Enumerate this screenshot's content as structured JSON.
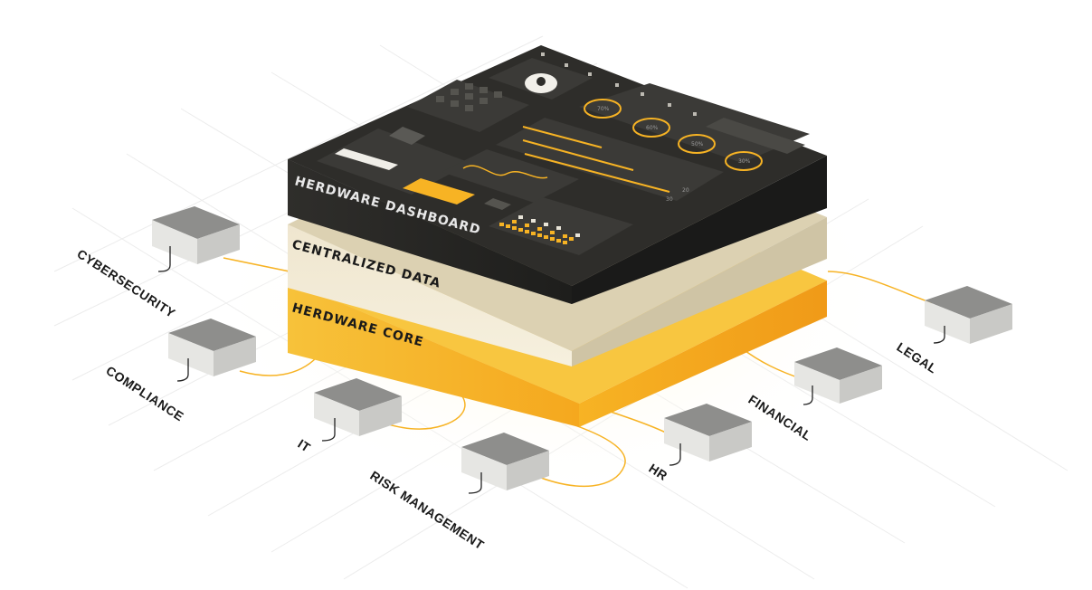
{
  "layers": {
    "top": "HERDWARE DASHBOARD",
    "middle": "CENTRALIZED DATA",
    "bottom": "HERDWARE CORE"
  },
  "modules": [
    {
      "key": "cybersecurity",
      "label": "CYBERSECURITY"
    },
    {
      "key": "compliance",
      "label": "COMPLIANCE"
    },
    {
      "key": "it",
      "label": "IT"
    },
    {
      "key": "risk",
      "label": "RISK MANAGEMENT"
    },
    {
      "key": "hr",
      "label": "HR"
    },
    {
      "key": "financial",
      "label": "FINANCIAL"
    },
    {
      "key": "legal",
      "label": "LEGAL"
    }
  ],
  "dashboard": {
    "gauges": [
      "70%",
      "60%",
      "50%",
      "30%"
    ],
    "slider_values": [
      "20",
      "30"
    ]
  },
  "colors": {
    "accent": "#F7B324",
    "dark": "#2A2A28",
    "cream": "#E8DEC4",
    "box_gray": "#9A9A98"
  }
}
